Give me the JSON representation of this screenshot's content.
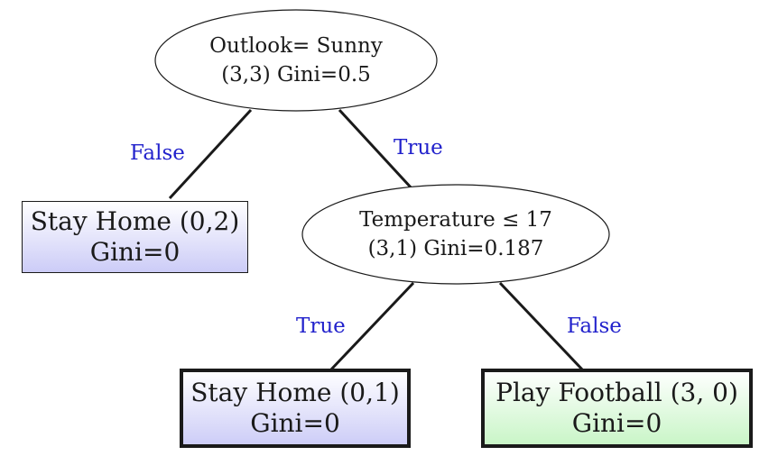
{
  "colors": {
    "edge": "#1a1a1a",
    "edge_label": "#2222cc",
    "home_gradient_top": "#ffffff",
    "home_gradient_bottom": "#ccccf7",
    "football_gradient_top": "#ffffff",
    "football_gradient_bottom": "#c8f5c6"
  },
  "nodes": {
    "root": {
      "line1": "Outlook= Sunny",
      "line2": "(3,3) Gini=0.5"
    },
    "temp": {
      "line1": "Temperature ≤ 17",
      "line2": "(3,1) Gini=0.187"
    },
    "leaf_home_left": {
      "line1": "Stay Home (0,2)",
      "line2": "Gini=0"
    },
    "leaf_home_bottom": {
      "line1": "Stay Home (0,1)",
      "line2": "Gini=0"
    },
    "leaf_football": {
      "line1": "Play Football (3, 0)",
      "line2": "Gini=0"
    }
  },
  "edges": {
    "root_false": "False",
    "root_true": "True",
    "temp_true": "True",
    "temp_false": "False"
  }
}
